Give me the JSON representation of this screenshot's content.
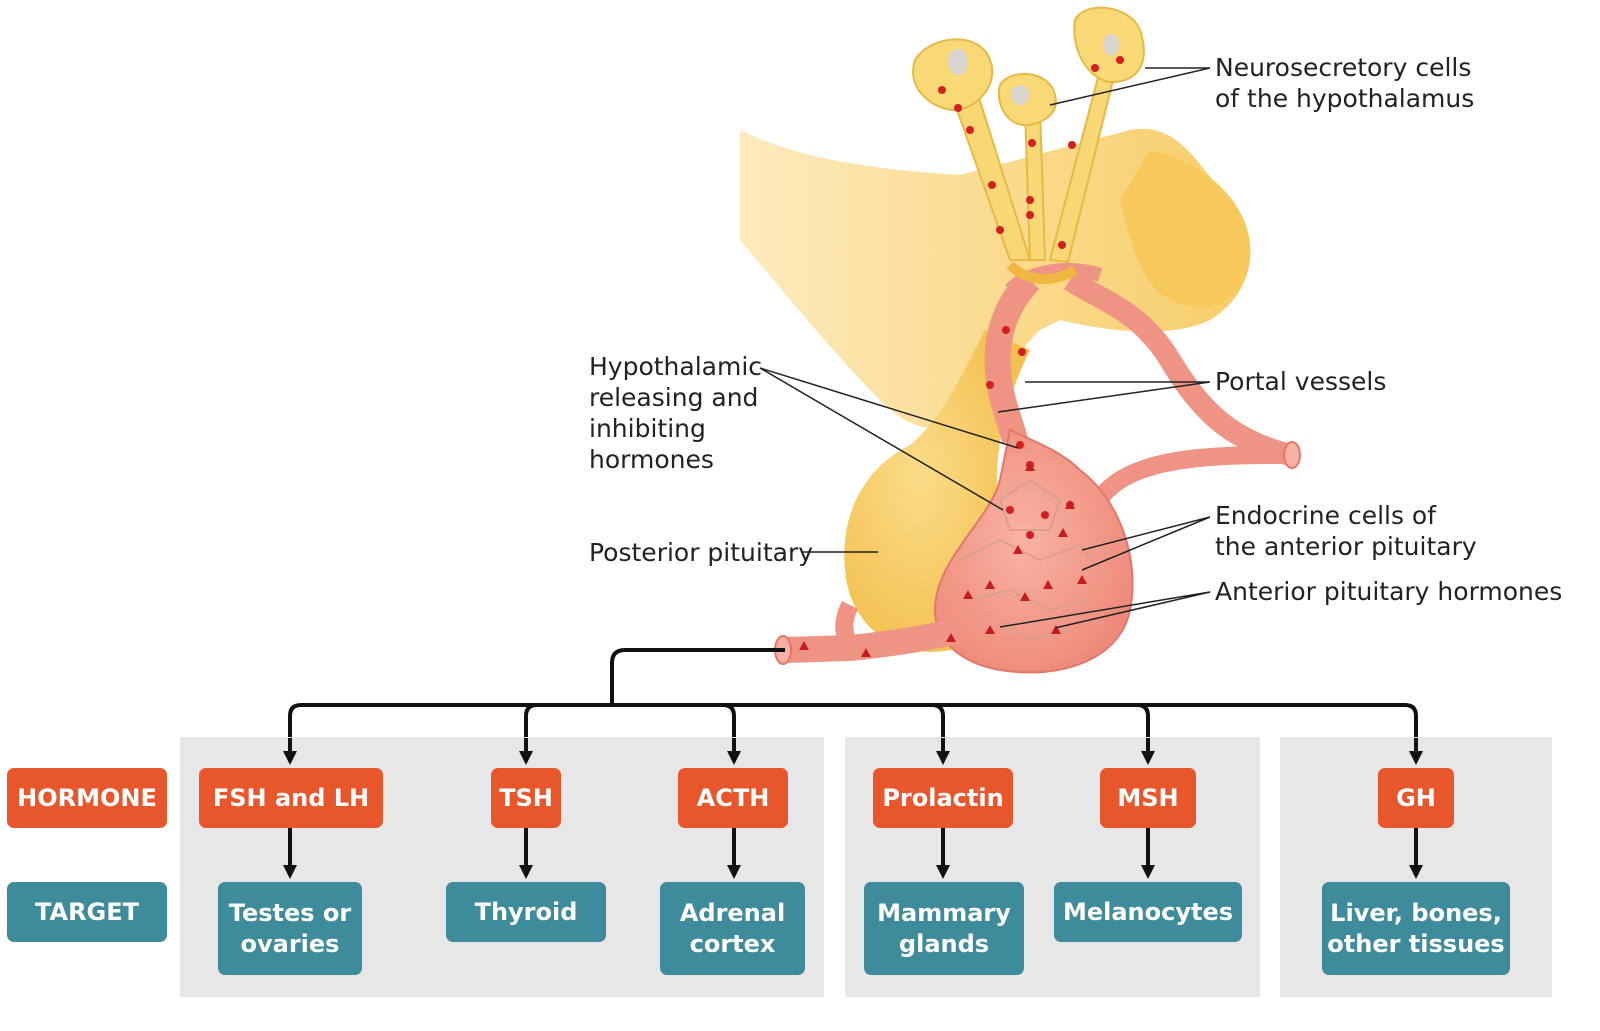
{
  "labels": {
    "neurosecretory": "Neurosecretory cells\nof the hypothalamus",
    "hypothalamic_hormones": "Hypothalamic\nreleasing and\ninhibiting\nhormones",
    "portal_vessels": "Portal vessels",
    "endocrine_cells": "Endocrine cells of\nthe anterior pituitary",
    "posterior_pituitary": "Posterior pituitary",
    "anterior_hormones": "Anterior pituitary hormones"
  },
  "legend": {
    "hormone": "HORMONE",
    "target": "TARGET"
  },
  "pathways": [
    {
      "hormone": "FSH and LH",
      "target": "Testes or\novaries"
    },
    {
      "hormone": "TSH",
      "target": "Thyroid"
    },
    {
      "hormone": "ACTH",
      "target": "Adrenal\ncortex"
    },
    {
      "hormone": "Prolactin",
      "target": "Mammary\nglands"
    },
    {
      "hormone": "MSH",
      "target": "Melanocytes"
    },
    {
      "hormone": "GH",
      "target": "Liver, bones,\nother tissues"
    }
  ],
  "colors": {
    "hormone_box": "#e8562b",
    "target_box": "#3e8b9b",
    "tissue": "#f7cf6a",
    "vessel": "#ec8378",
    "hormone_dot": "#d31f1f"
  }
}
